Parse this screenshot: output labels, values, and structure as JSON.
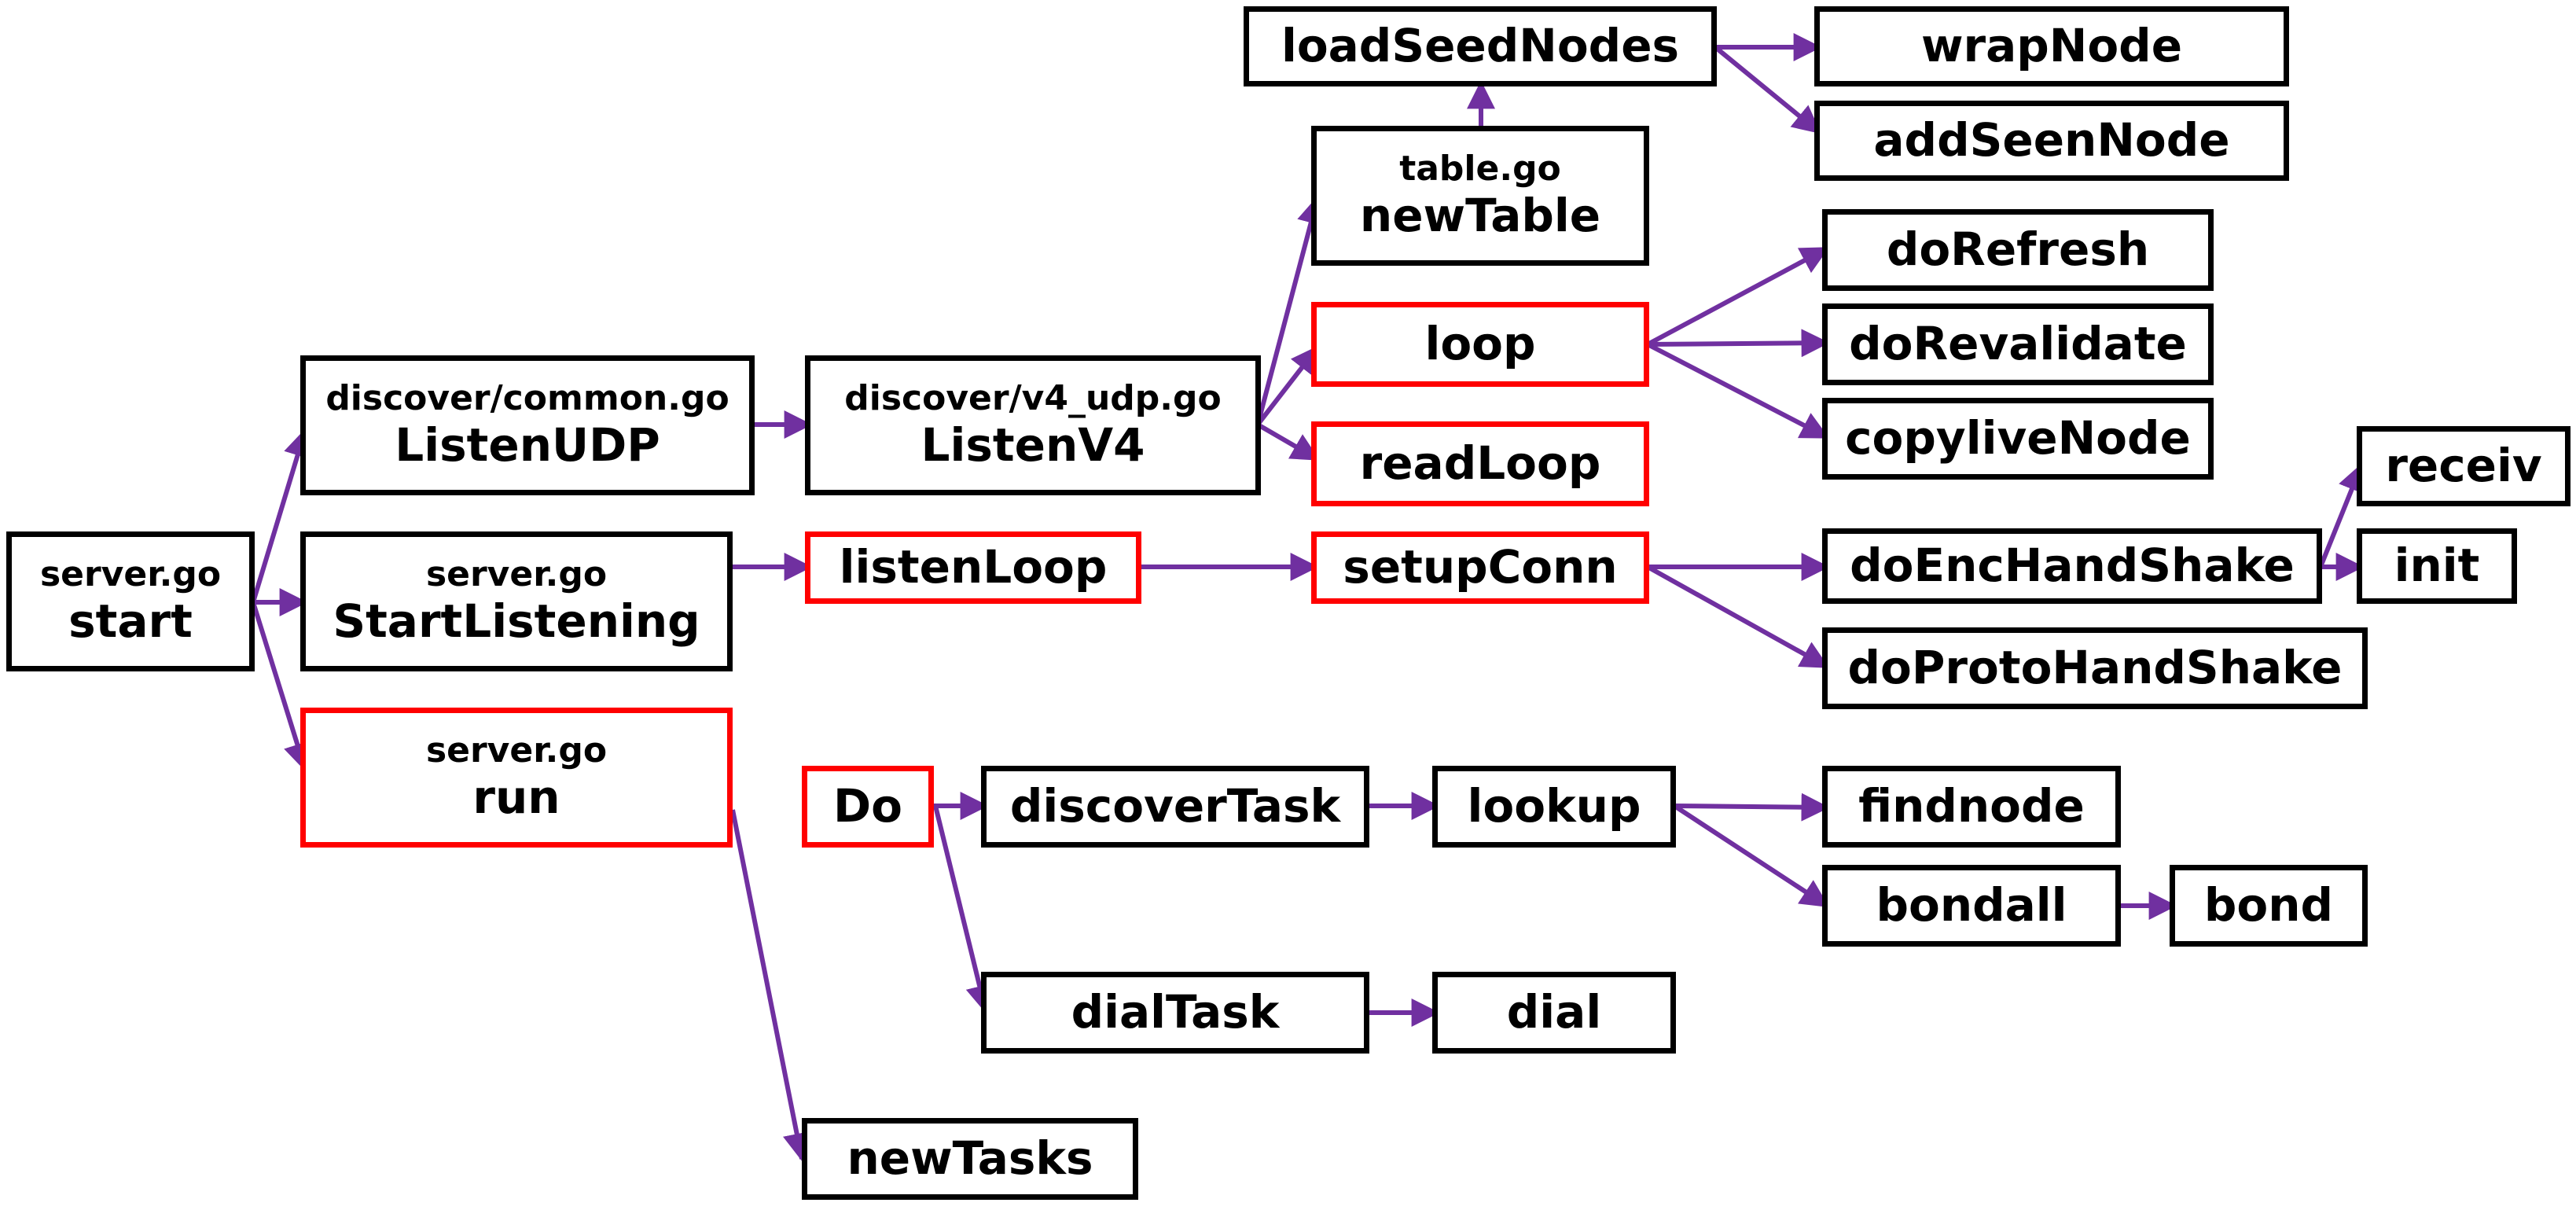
{
  "colors": {
    "edge": "#7030a0",
    "border": "#000000",
    "highlight_border": "#ff0000",
    "background": "#ffffff"
  },
  "nodes": {
    "start": {
      "file": "server.go",
      "name": "start"
    },
    "listen_udp": {
      "file": "discover/common.go",
      "name": "ListenUDP"
    },
    "start_listening": {
      "file": "server.go",
      "name": "StartListening"
    },
    "run": {
      "file": "server.go",
      "name": "run"
    },
    "listen_v4": {
      "file": "discover/v4_udp.go",
      "name": "ListenV4"
    },
    "listen_loop": {
      "name": "listenLoop"
    },
    "do": {
      "name": "Do"
    },
    "new_tasks": {
      "name": "newTasks"
    },
    "new_table": {
      "file": "table.go",
      "name": "newTable"
    },
    "load_seed_nodes": {
      "name": "loadSeedNodes"
    },
    "loop": {
      "name": "loop"
    },
    "read_loop": {
      "name": "readLoop"
    },
    "setup_conn": {
      "name": "setupConn"
    },
    "discover_task": {
      "name": "discoverTask"
    },
    "dial_task": {
      "name": "dialTask"
    },
    "lookup": {
      "name": "lookup"
    },
    "dial": {
      "name": "dial"
    },
    "wrap_node": {
      "name": "wrapNode"
    },
    "add_seen_node": {
      "name": "addSeenNode"
    },
    "do_refresh": {
      "name": "doRefresh"
    },
    "do_revalidate": {
      "name": "doRevalidate"
    },
    "copylive_node": {
      "name": "copyliveNode"
    },
    "do_enc_hand_shake": {
      "name": "doEncHandShake"
    },
    "do_proto_hand_shake": {
      "name": "doProtoHandShake"
    },
    "findnode": {
      "name": "findnode"
    },
    "bondall": {
      "name": "bondall"
    },
    "bond": {
      "name": "bond"
    },
    "receiv": {
      "name": "receiv"
    },
    "init": {
      "name": "init"
    }
  },
  "highlighted": [
    "run",
    "listen_loop",
    "do",
    "loop",
    "read_loop",
    "setup_conn"
  ]
}
